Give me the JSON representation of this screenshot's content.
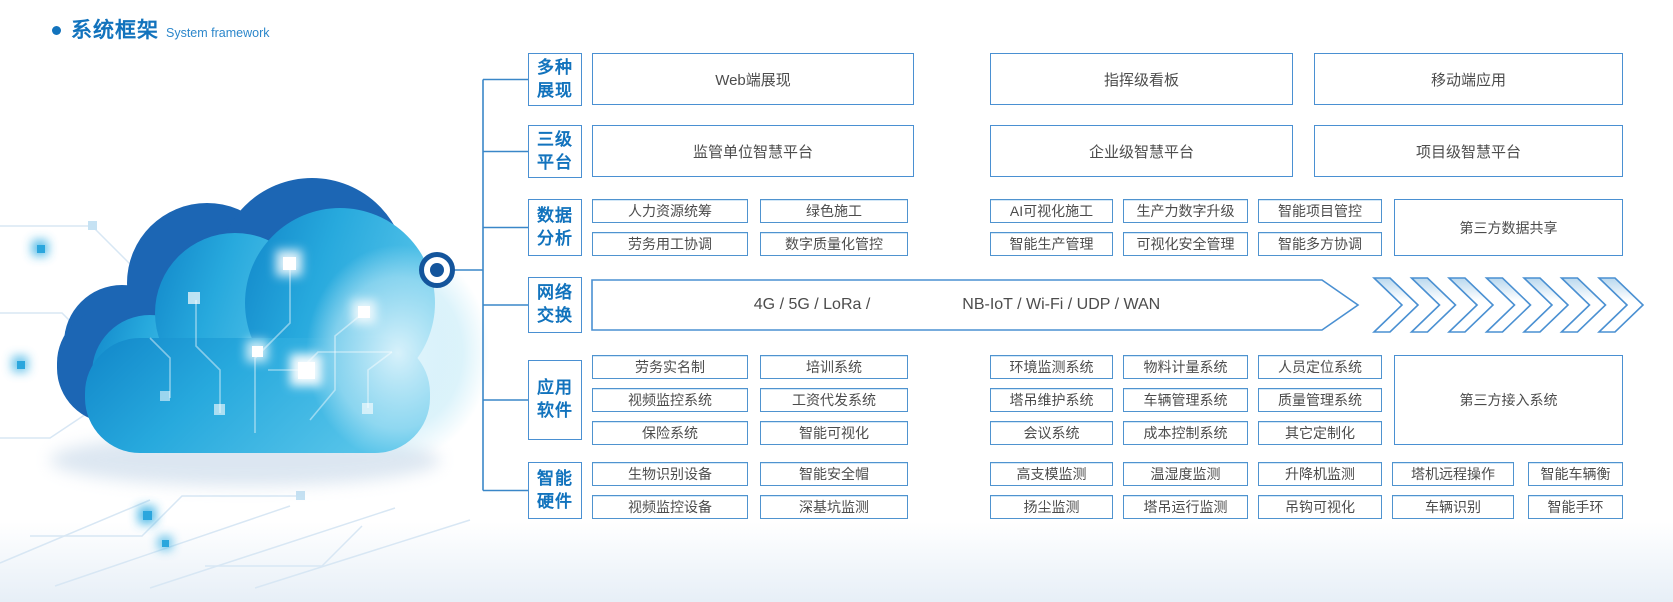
{
  "title": {
    "text": "系统框架",
    "subtitle": "System framework"
  },
  "colors": {
    "accent_blue": "#1273bd",
    "box_border": "#4a90d2",
    "box_text": "#4c4c4c",
    "connector": "#3a87c8",
    "cloud_dark": "#1c66b4",
    "cloud_light": "#27a9dd"
  },
  "sections": [
    {
      "id": "display",
      "label": "多种展现",
      "boxes": [
        "Web端展现",
        "指挥级看板",
        "移动端应用"
      ]
    },
    {
      "id": "platforms",
      "label": "三级平台",
      "boxes": [
        "监管单位智慧平台",
        "企业级智慧平台",
        "项目级智慧平台"
      ]
    },
    {
      "id": "data-analysis",
      "label": "数据分析",
      "left": [
        [
          "人力资源统筹",
          "绿色施工"
        ],
        [
          "劳务用工协调",
          "数字质量化管控"
        ]
      ],
      "right": [
        [
          "AI可视化施工",
          "生产力数字升级",
          "智能项目管控"
        ],
        [
          "智能生产管理",
          "可视化安全管理",
          "智能多方协调"
        ]
      ],
      "tall": "第三方数据共享"
    },
    {
      "id": "network",
      "label": "网络交换",
      "text_left": "4G / 5G / LoRa /",
      "text_right": "NB-IoT / Wi-Fi / UDP / WAN"
    },
    {
      "id": "applications",
      "label": "应用软件",
      "left": [
        [
          "劳务实名制",
          "培训系统"
        ],
        [
          "视频监控系统",
          "工资代发系统"
        ],
        [
          "保险系统",
          "智能可视化"
        ]
      ],
      "right": [
        [
          "环境监测系统",
          "物料计量系统",
          "人员定位系统"
        ],
        [
          "塔吊维护系统",
          "车辆管理系统",
          "质量管理系统"
        ],
        [
          "会议系统",
          "成本控制系统",
          "其它定制化"
        ]
      ],
      "tall": "第三方接入系统"
    },
    {
      "id": "hardware",
      "label": "智能硬件",
      "left": [
        [
          "生物识别设备",
          "智能安全帽"
        ],
        [
          "视频监控设备",
          "深基坑监测"
        ]
      ],
      "right": [
        [
          "高支模监测",
          "温湿度监测",
          "升降机监测",
          "塔机远程操作",
          "智能车辆衡"
        ],
        [
          "扬尘监测",
          "塔吊运行监测",
          "吊钩可视化",
          "车辆识别",
          "智能手环"
        ]
      ]
    }
  ]
}
